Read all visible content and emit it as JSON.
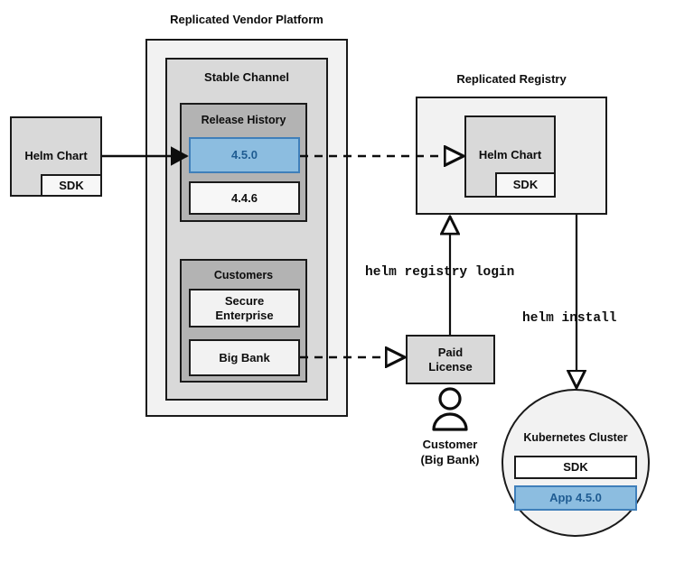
{
  "diagram": {
    "title_vendor_platform": "Replicated Vendor Platform",
    "title_registry": "Replicated Registry",
    "colors": {
      "accent_blue_fill": "#8cbde0",
      "accent_blue_border": "#3f7fba",
      "accent_blue_text": "#1f5c92",
      "stroke": "#1a1a1a",
      "fill_light": "#f2f2f2",
      "fill_mid": "#d9d9d9",
      "fill_dark": "#b3b3b3",
      "white": "#ffffff"
    }
  },
  "source_chart": {
    "label": "Helm Chart",
    "sdk_label": "SDK"
  },
  "vendor_platform": {
    "label": "Replicated Vendor Platform",
    "stable_channel": {
      "label": "Stable Channel",
      "release_history": {
        "label": "Release History",
        "releases": [
          {
            "version": "4.5.0",
            "highlighted": true
          },
          {
            "version": "4.4.6",
            "highlighted": false
          }
        ]
      },
      "customers": {
        "label": "Customers",
        "items": [
          {
            "name": "Secure\nEnterprise",
            "line1": "Secure",
            "line2": "Enterprise"
          },
          {
            "name": "Big Bank",
            "line1": "Big Bank",
            "line2": ""
          }
        ]
      }
    }
  },
  "registry": {
    "label": "Replicated Registry",
    "chart": {
      "label": "Helm Chart",
      "sdk_label": "SDK"
    }
  },
  "license": {
    "line1": "Paid",
    "line2": "License"
  },
  "customer_actor": {
    "line1": "Customer",
    "line2": "(Big Bank)",
    "icon": "person-icon"
  },
  "cluster": {
    "label": "Kubernetes Cluster",
    "components": [
      {
        "label": "SDK",
        "highlighted": false
      },
      {
        "label": "App 4.5.0",
        "highlighted": true
      }
    ]
  },
  "commands": {
    "registry_login": "helm registry login",
    "install": "helm install"
  },
  "arrows": [
    {
      "name": "chart-to-release",
      "style": "solid",
      "from": "source-helm-chart",
      "to": "release-4-5-0"
    },
    {
      "name": "release-to-registry",
      "style": "dashed",
      "from": "release-4-5-0",
      "to": "registry-helm-chart"
    },
    {
      "name": "bigbank-to-license",
      "style": "dashed",
      "from": "customer-big-bank",
      "to": "paid-license"
    },
    {
      "name": "license-to-registry",
      "style": "solid",
      "from": "paid-license",
      "to": "registry",
      "label": "helm registry login"
    },
    {
      "name": "registry-to-cluster",
      "style": "solid",
      "from": "registry",
      "to": "kubernetes-cluster",
      "label": "helm install"
    }
  ]
}
